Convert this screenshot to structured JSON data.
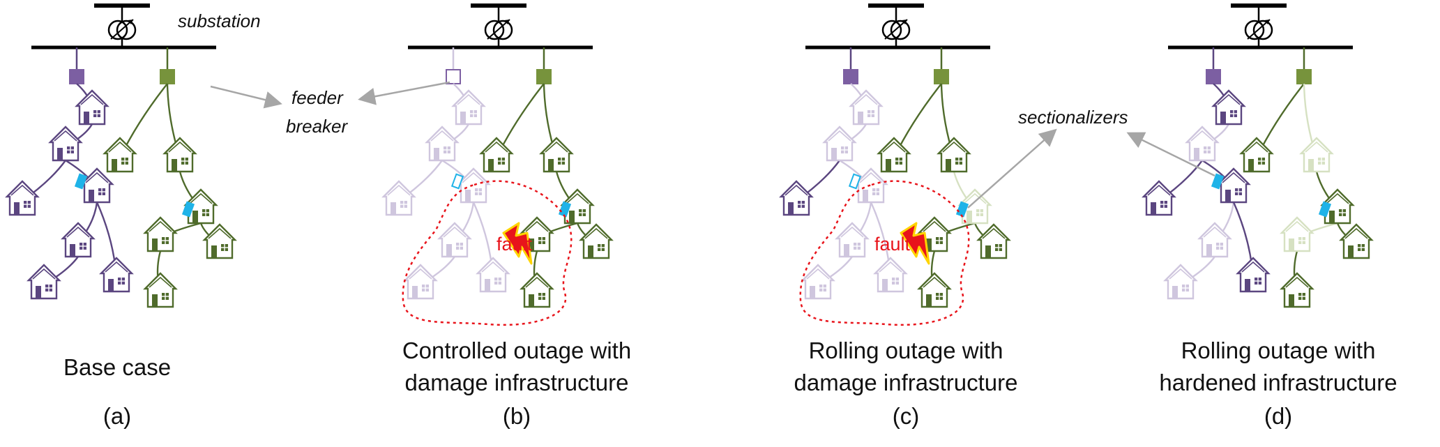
{
  "labels": {
    "substation": "substation",
    "feeder_line1": "feeder",
    "feeder_line2": "breaker",
    "sectionalizers": "sectionalizers",
    "fault_b": "fault",
    "fault_c": "fault"
  },
  "panels": [
    {
      "id": "a",
      "caption_line1": "Base case",
      "caption_line2": "",
      "letter": "(a)"
    },
    {
      "id": "b",
      "caption_line1": "Controlled outage with",
      "caption_line2": "damage infrastructure",
      "letter": "(b)"
    },
    {
      "id": "c",
      "caption_line1": "Rolling outage with",
      "caption_line2": "damage infrastructure",
      "letter": "(c)"
    },
    {
      "id": "d",
      "caption_line1": "Rolling outage with",
      "caption_line2": "hardened infrastructure",
      "letter": "(d)"
    }
  ],
  "colors": {
    "purple": "#5b4680",
    "purple_faded": "#cfc6de",
    "green": "#4f6b2b",
    "green_faded": "#d6e1c2",
    "breaker_purple": "#7c5fa2",
    "breaker_green": "#77933c",
    "sectionalizer": "#1fb3e8",
    "fault_outline": "#e8141b",
    "arrow": "#a6a6a6"
  },
  "icons": {
    "substation": "transformer-symbol",
    "house": "house-icon",
    "fault": "lightning-bolt-icon"
  }
}
